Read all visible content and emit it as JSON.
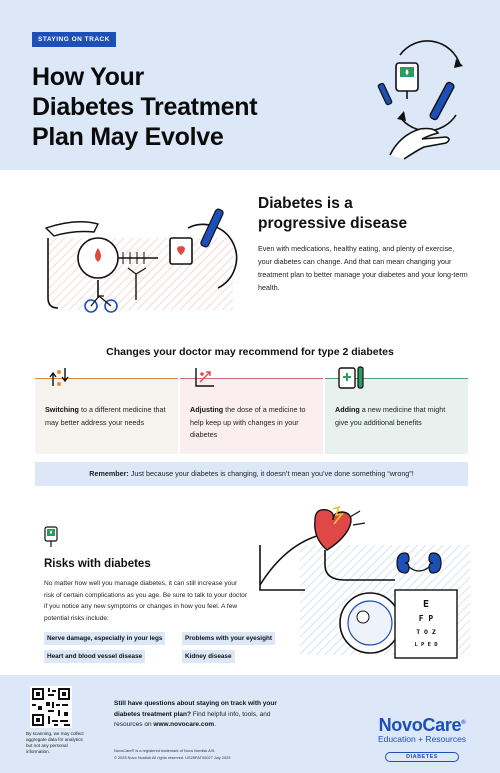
{
  "header": {
    "tag": "STAYING ON TRACK",
    "title_line1": "How Your",
    "title_line2": "Diabetes Treatment",
    "title_line3": "Plan May Evolve"
  },
  "progressive": {
    "title_line1": "Diabetes is a",
    "title_line2": "progressive disease",
    "body": "Even with medications, healthy eating, and plenty of exercise, your diabetes can change. And that can mean changing your treatment plan to better manage your diabetes and your long-term health."
  },
  "changes": {
    "title": "Changes your doctor may recommend for type 2 diabetes",
    "cards": [
      {
        "bold": "Switching",
        "rest": " to a different medicine that may better address your needs"
      },
      {
        "bold": "Adjusting",
        "rest": " the dose of a medicine to help keep up with changes in your diabetes"
      },
      {
        "bold": "Adding",
        "rest": " a new medicine that might give you additional benefits"
      }
    ]
  },
  "remember": {
    "bold": "Remember:",
    "rest": " Just because your diabetes is changing, it doesn’t mean you’ve done something “wrong”!"
  },
  "risks": {
    "title": "Risks with diabetes",
    "body": "No matter how well you manage diabetes, it can still increase your risk of certain complications as you age. Be sure to talk to your doctor if you notice any new symptoms or changes in how you feel. A few potential risks include:",
    "items": [
      "Nerve damage, especially in your legs",
      "Problems with your eyesight",
      "Heart and blood vessel disease",
      "Kidney disease"
    ],
    "eye_chart": [
      "E",
      "F P",
      "T O Z",
      "L P E D"
    ]
  },
  "footer": {
    "scan_note": "By scanning, we may collect aggregate data for analytics but not any personal information.",
    "question": "Still have questions about staying on track with your diabetes treatment plan?",
    "help_pre": " Find helpful info, tools, and resources on ",
    "url": "www.novocare.com",
    "help_post": ".",
    "fine1": "NovoCare® is a registered trademark of Novo Nordisk A/S.",
    "fine2": "© 2025 Novo Nordisk All rights reserved. US25PAT00027 July 2025",
    "logo_brand": "NovoCare",
    "logo_reg": "®",
    "logo_sub": "Education + Resources",
    "logo_badge": "DIABETES"
  },
  "colors": {
    "brand_blue": "#1d4fb8",
    "light_blue": "#dce7f7",
    "accent_red": "#e04848",
    "accent_green": "#2e9b5e",
    "accent_orange": "#e8902f"
  }
}
